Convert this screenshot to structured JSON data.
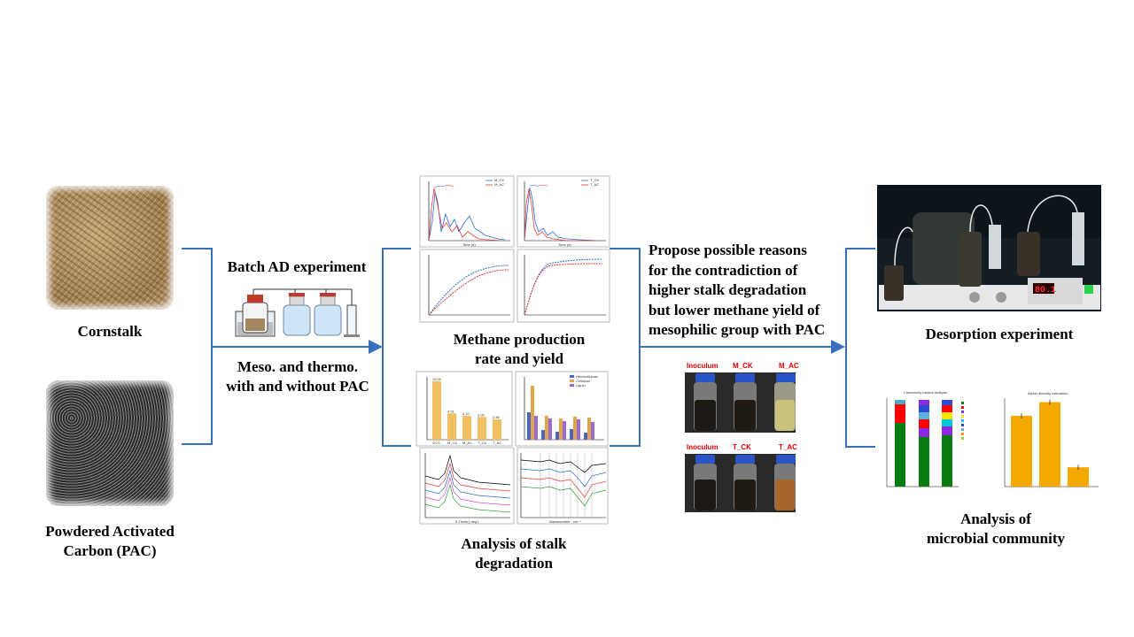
{
  "inputs": {
    "cornstalk_label": "Cornstalk",
    "pac_label_line1": "Powdered Activated",
    "pac_label_line2": "Carbon (PAC)"
  },
  "experiment": {
    "batch_title": "Batch AD experiment",
    "conditions_line1": "Meso. and thermo.",
    "conditions_line2": "with and without PAC"
  },
  "methane": {
    "caption_line1": "Methane production",
    "caption_line2": "rate and yield",
    "legend_meso": [
      "M_CK",
      "M_AC"
    ],
    "legend_thermo": [
      "T_CK",
      "T_AC"
    ],
    "x_label": "Time (d)"
  },
  "degradation": {
    "caption_line1": "Analysis of stalk",
    "caption_line2": "degradation",
    "bar_categories": [
      "OCS",
      "M_CK",
      "M_AC",
      "T_CK",
      "T_AC"
    ],
    "mass_values": [
      10.0,
      4.5,
      4.1,
      3.9,
      3.5
    ],
    "mass_labels": [
      "10.00",
      "4.51",
      "4.10",
      "3.90",
      "3.46"
    ],
    "ligno_legend": [
      "Hemicellulose",
      "Cellulose",
      "Lignin"
    ],
    "xrd_x_label": "2-Theta ( deg.)",
    "ftir_x_label": "Wavenumber , cm⁻¹"
  },
  "reasons": {
    "line1": "Propose possible reasons",
    "line2": "for the contradiction of",
    "line3": "higher stalk degradation",
    "line4": "but lower methane yield of",
    "line5": "mesophilic group with PAC"
  },
  "vials": {
    "row1": [
      "Inoculum",
      "M_CK",
      "M_AC"
    ],
    "row2": [
      "Inoculum",
      "T_CK",
      "T_AC"
    ]
  },
  "desorption": {
    "caption": "Desorption experiment",
    "display_value": "80.1"
  },
  "microbial": {
    "caption_line1": "Analysis of",
    "caption_line2": "microbial community",
    "stack_title": "Community barplot analysis",
    "alpha_title": "Alpha diversity estimation",
    "alpha_values": [
      0.88,
      1.05,
      0.24
    ],
    "colors": {
      "accent_line": "#3a6fbf",
      "bar_orange": "#f5a800",
      "green": "#0a7d12",
      "red": "#ff0000"
    }
  }
}
